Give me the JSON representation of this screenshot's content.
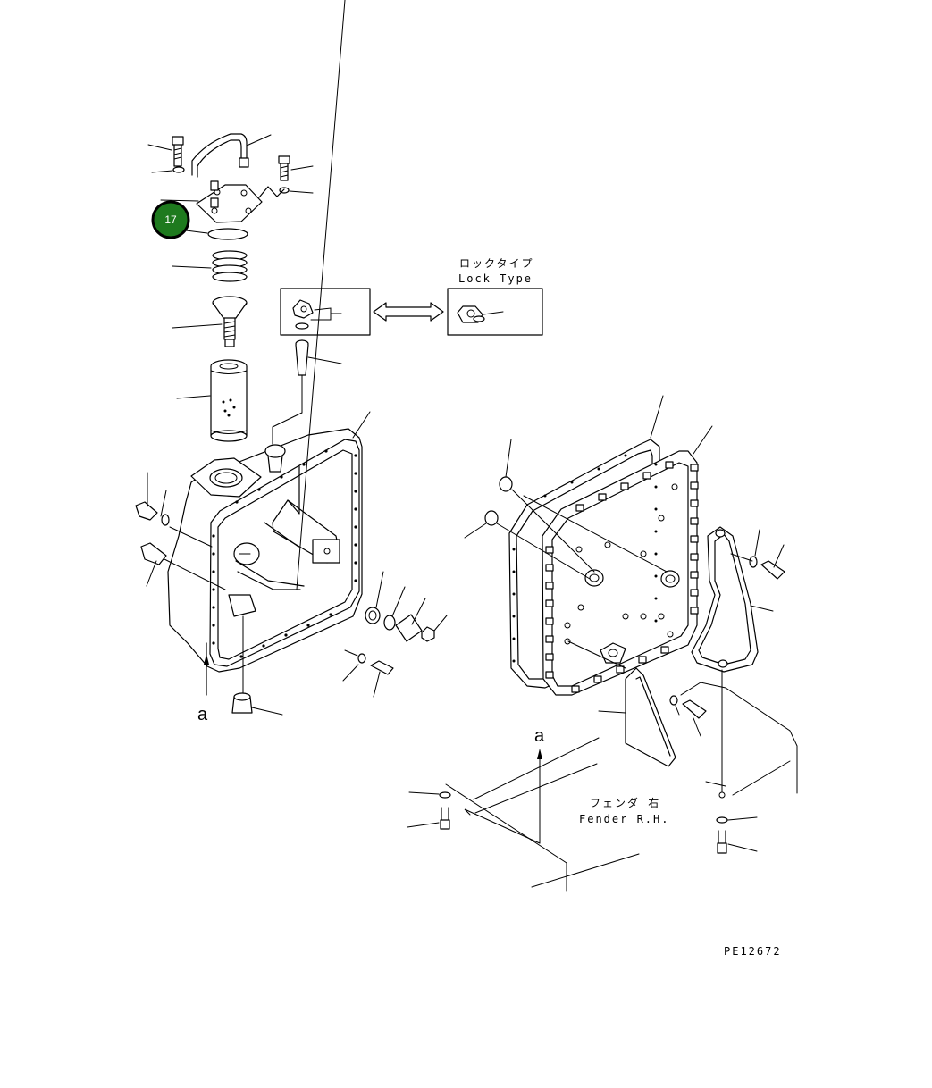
{
  "diagram": {
    "callout": {
      "number": "17",
      "color": "#1e7a1e"
    },
    "lock_type_label_jp": "ロックタイプ",
    "lock_type_label_en": "Lock Type",
    "fender_label_jp": "フェンダ 右",
    "fender_label_en": "Fender R.H.",
    "view_marker_left": "a",
    "view_marker_right": "a",
    "drawing_number": "PE12672"
  }
}
